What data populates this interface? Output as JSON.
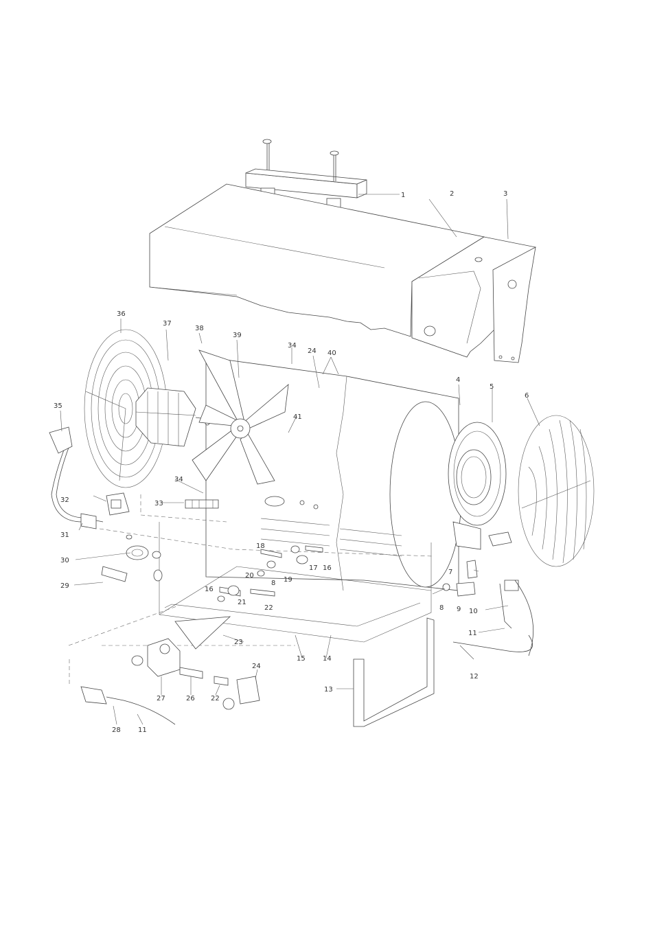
{
  "diagram": {
    "callouts": [
      {
        "id": "c1",
        "text": "1"
      },
      {
        "id": "c2",
        "text": "2"
      },
      {
        "id": "c3",
        "text": "3"
      },
      {
        "id": "c4",
        "text": "4"
      },
      {
        "id": "c5",
        "text": "5"
      },
      {
        "id": "c6",
        "text": "6"
      },
      {
        "id": "c7",
        "text": "7"
      },
      {
        "id": "c8a",
        "text": "8"
      },
      {
        "id": "c8b",
        "text": "8"
      },
      {
        "id": "c9",
        "text": "9"
      },
      {
        "id": "c10",
        "text": "10"
      },
      {
        "id": "c11a",
        "text": "11"
      },
      {
        "id": "c11b",
        "text": "11"
      },
      {
        "id": "c12",
        "text": "12"
      },
      {
        "id": "c13",
        "text": "13"
      },
      {
        "id": "c14",
        "text": "14"
      },
      {
        "id": "c15",
        "text": "15"
      },
      {
        "id": "c16a",
        "text": "16"
      },
      {
        "id": "c16b",
        "text": "16"
      },
      {
        "id": "c17",
        "text": "17"
      },
      {
        "id": "c18",
        "text": "18"
      },
      {
        "id": "c19",
        "text": "19"
      },
      {
        "id": "c20",
        "text": "20"
      },
      {
        "id": "c21",
        "text": "21"
      },
      {
        "id": "c22a",
        "text": "22"
      },
      {
        "id": "c22b",
        "text": "22"
      },
      {
        "id": "c23",
        "text": "23"
      },
      {
        "id": "c24a",
        "text": "24"
      },
      {
        "id": "c24b",
        "text": "24"
      },
      {
        "id": "c26",
        "text": "26"
      },
      {
        "id": "c27",
        "text": "27"
      },
      {
        "id": "c28",
        "text": "28"
      },
      {
        "id": "c29",
        "text": "29"
      },
      {
        "id": "c30",
        "text": "30"
      },
      {
        "id": "c31",
        "text": "31"
      },
      {
        "id": "c32",
        "text": "32"
      },
      {
        "id": "c33",
        "text": "33"
      },
      {
        "id": "c34a",
        "text": "34"
      },
      {
        "id": "c34b",
        "text": "34"
      },
      {
        "id": "c35",
        "text": "35"
      },
      {
        "id": "c36",
        "text": "36"
      },
      {
        "id": "c37",
        "text": "37"
      },
      {
        "id": "c38",
        "text": "38"
      },
      {
        "id": "c39",
        "text": "39"
      },
      {
        "id": "c40",
        "text": "40"
      },
      {
        "id": "c41",
        "text": "41"
      }
    ],
    "line_color": "#444444"
  }
}
